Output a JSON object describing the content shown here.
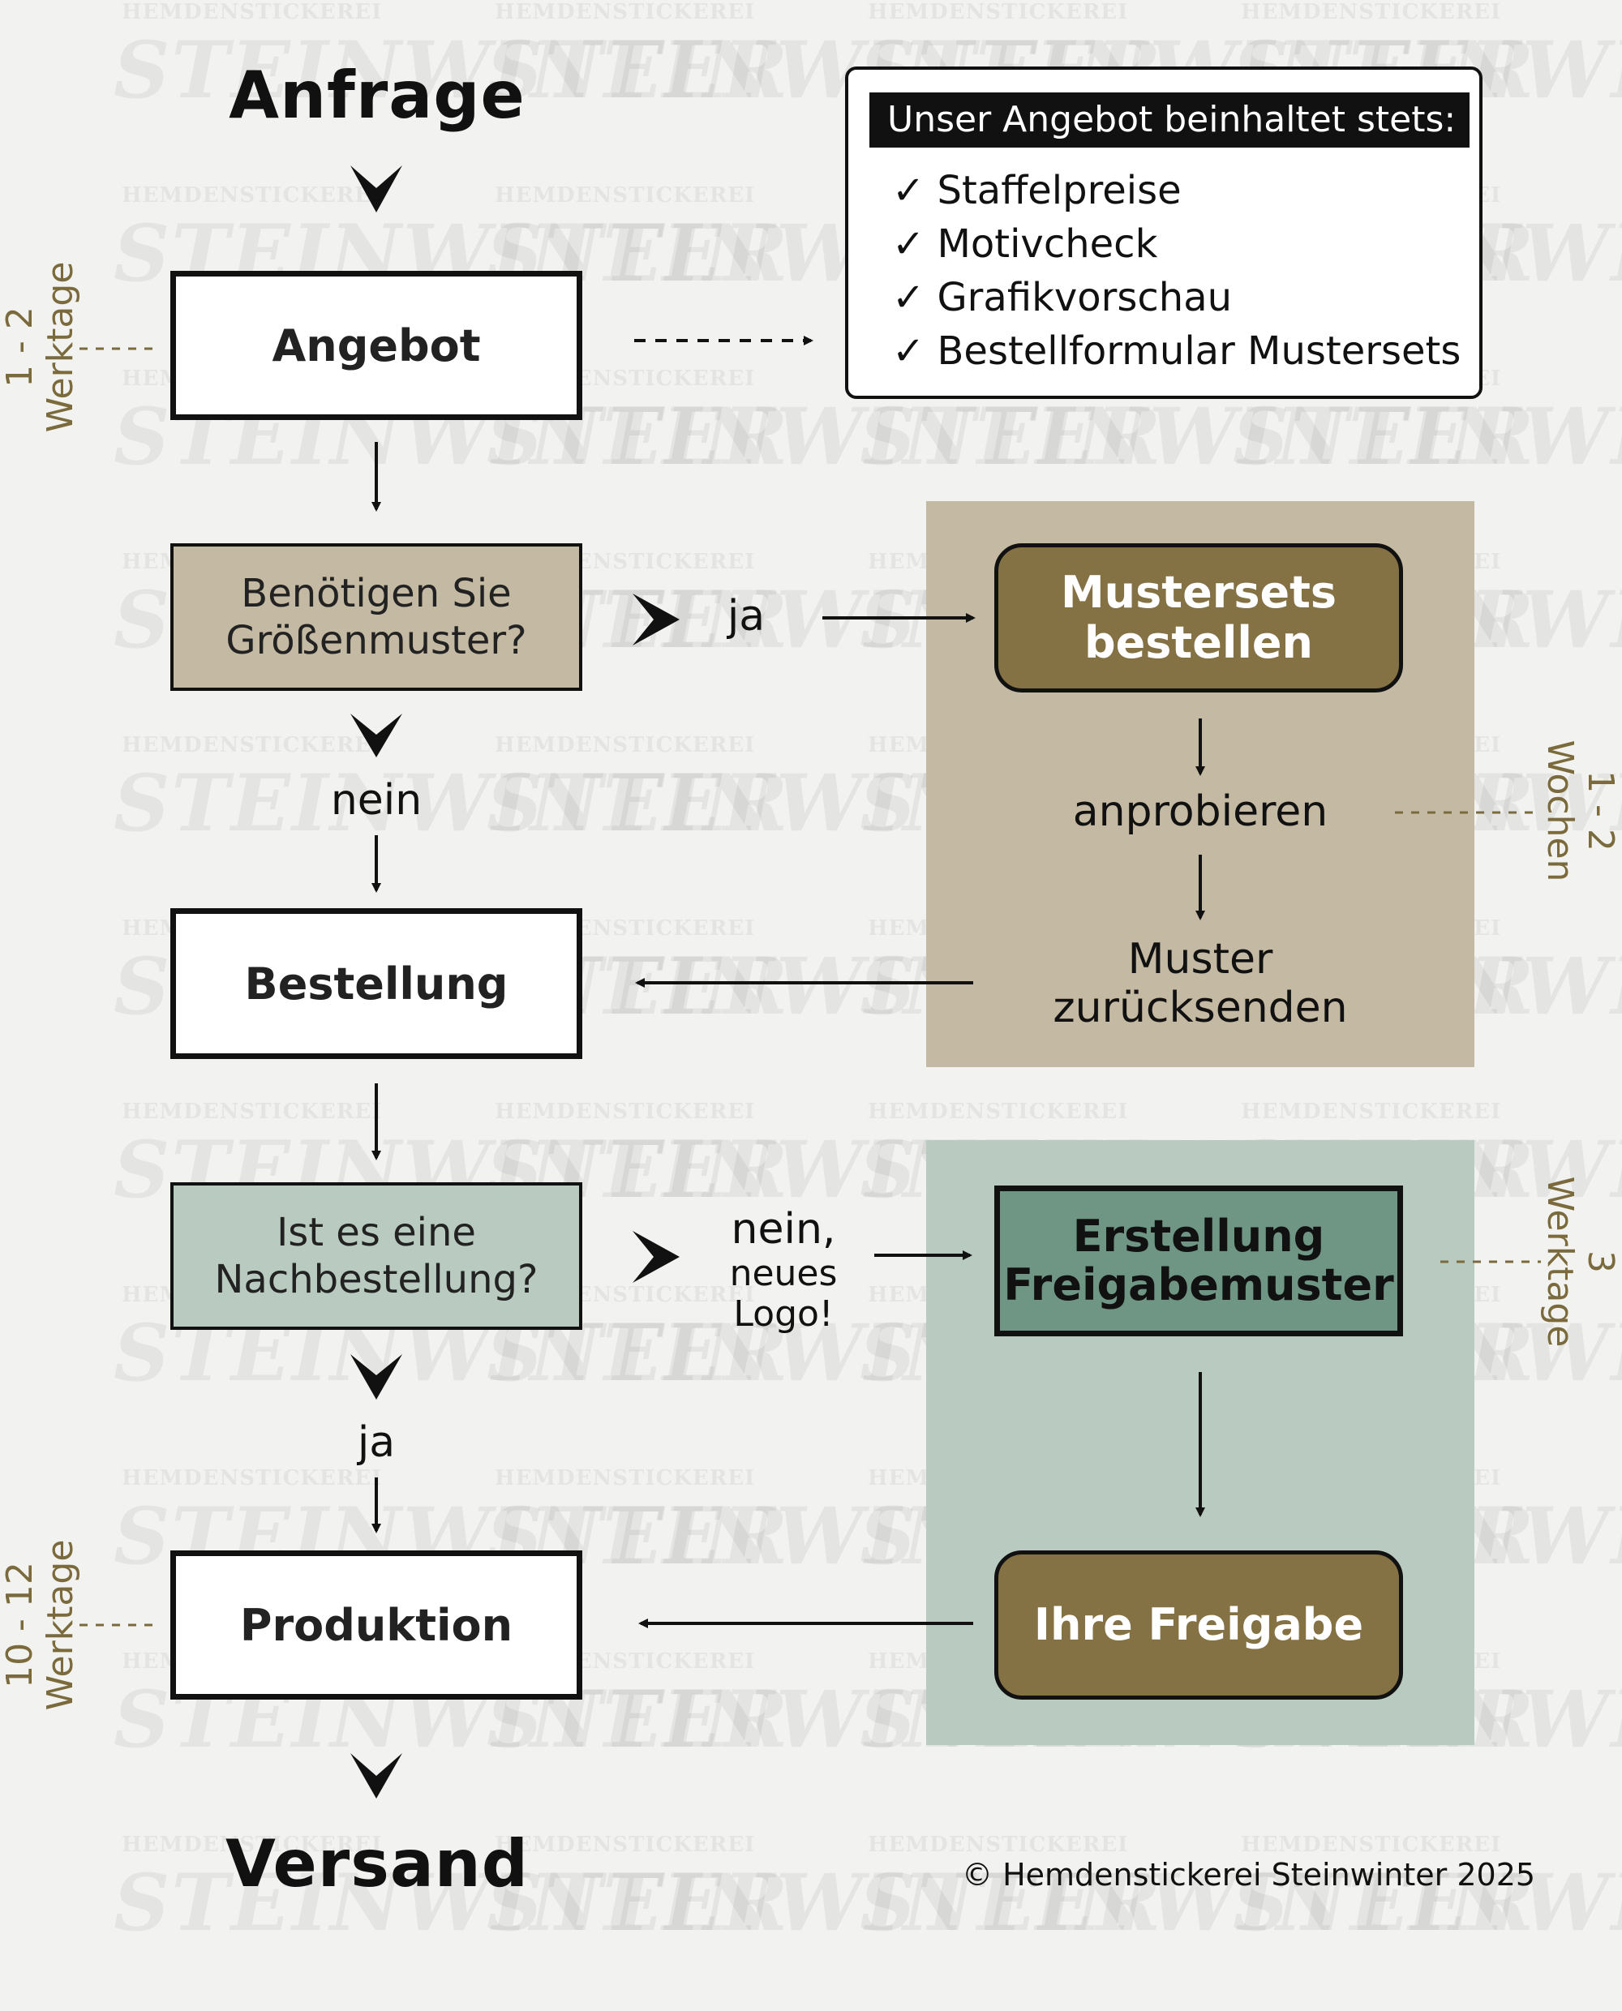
{
  "colors": {
    "tan_panel": "#c4b9a2",
    "brown_box": "#847144",
    "sage_panel": "#b9cbc1",
    "green_box": "#6f9685",
    "duration_text": "#7a6a3c"
  },
  "watermark": {
    "small": "HEMDENSTICKEREI",
    "big": "STEINWINTER"
  },
  "start": "Anfrage",
  "offer_box": {
    "label": "Angebot",
    "duration": [
      "1 - 2",
      "Werktage"
    ]
  },
  "offer_details": {
    "heading": "Unser Angebot beinhaltet stets:",
    "check_glyph": "✓",
    "items": [
      "Staffelpreise",
      "Motivcheck",
      "Grafikvorschau",
      "Bestellformular Mustersets"
    ]
  },
  "size_question": {
    "lines": [
      "Benötigen Sie",
      "Größenmuster?"
    ],
    "yes": "ja",
    "no": "nein"
  },
  "sample_panel": {
    "order_lines": [
      "Mustersets",
      "bestellen"
    ],
    "try_on": "anprobieren",
    "return_lines": [
      "Muster",
      "zurücksenden"
    ],
    "duration": [
      "1 - 2",
      "Wochen"
    ]
  },
  "order_box": {
    "label": "Bestellung"
  },
  "reorder_question": {
    "lines": [
      "Ist es eine",
      "Nachbestellung?"
    ],
    "no_main": "nein,",
    "no_sub": "neues Logo!",
    "yes": "ja"
  },
  "approval_panel": {
    "create_lines": [
      "Erstellung",
      "Freigabemuster"
    ],
    "approval": "Ihre Freigabe",
    "duration": [
      "3",
      "Werktage"
    ]
  },
  "production_box": {
    "label": "Produktion",
    "duration": [
      "10 - 12",
      "Werktage"
    ]
  },
  "end": "Versand",
  "copyright": "© Hemdenstickerei Steinwinter 2025"
}
